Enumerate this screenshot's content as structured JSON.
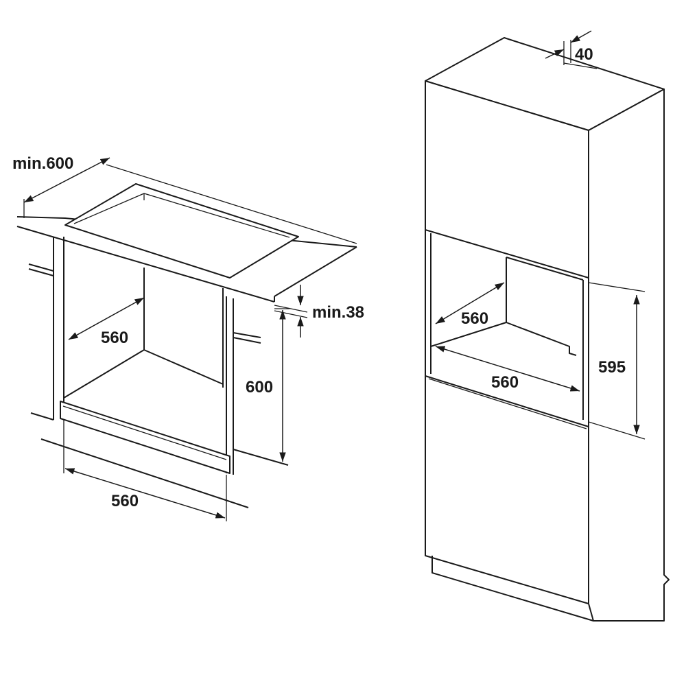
{
  "left_unit": {
    "dim_countertop_depth": "min.600",
    "dim_countertop_thickness": "min.38",
    "dim_cavity_depth": "560",
    "dim_cavity_height": "600",
    "dim_cavity_width": "560"
  },
  "right_unit": {
    "dim_rear_gap": "40",
    "dim_niche_depth": "560",
    "dim_niche_width": "560",
    "dim_niche_height": "595"
  }
}
